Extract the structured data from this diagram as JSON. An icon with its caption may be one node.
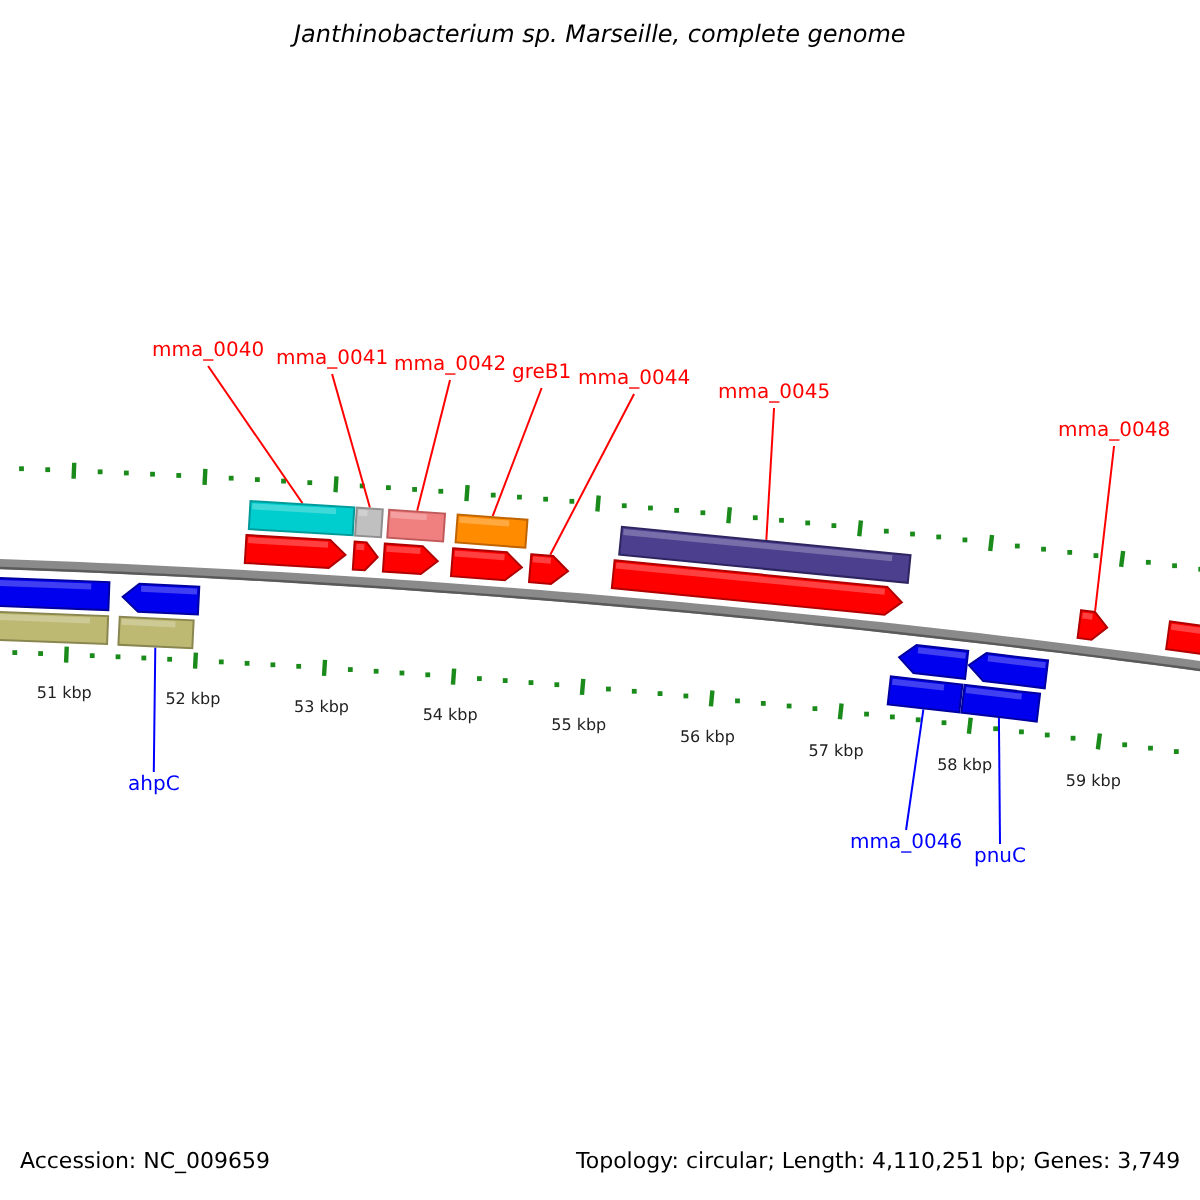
{
  "diagram": {
    "title": "Janthinobacterium sp. Marseille, complete genome",
    "nodes": [
      {
        "text": [
          "mma_0040"
        ]
      },
      {
        "text": [
          "mma_0041"
        ]
      },
      {
        "text": [
          "mma_0042"
        ]
      },
      {
        "text": [
          "greB1"
        ]
      },
      {
        "text": [
          "mma_0044"
        ]
      },
      {
        "text": [
          "mma_0045"
        ]
      },
      {
        "text": [
          "mma_0048"
        ]
      },
      {
        "text": [],
        "shape": "bar"
      },
      {
        "text": [],
        "shape": "bar"
      },
      {
        "text": [],
        "shape": "bar"
      },
      {
        "text": [],
        "shape": "bar"
      },
      {
        "text": [],
        "shape": "bar"
      },
      {
        "text": [],
        "shape": "pentagon"
      },
      {
        "text": [],
        "shape": "pentagon"
      },
      {
        "text": [],
        "shape": "pentagon"
      },
      {
        "text": [],
        "shape": "pentagon"
      },
      {
        "text": [],
        "shape": "pentagon"
      },
      {
        "text": [],
        "shape": "pentagon"
      },
      {
        "text": [],
        "shape": "pentagon"
      },
      {
        "text": [],
        "shape": "bar"
      },
      {
        "text": [],
        "shape": "bar"
      },
      {
        "text": [],
        "shape": "pentagon"
      },
      {
        "text": [],
        "shape": "bar"
      },
      {
        "text": [],
        "shape": "bar"
      },
      {
        "text": [],
        "shape": "pentagon"
      },
      {
        "text": [],
        "shape": "pentagon"
      },
      {
        "text": [],
        "shape": "bar"
      },
      {
        "text": [],
        "shape": "bar"
      },
      {
        "text": [
          "ahpC"
        ]
      },
      {
        "text": [
          "mma_0046"
        ]
      },
      {
        "text": [
          "pnuC"
        ]
      }
    ],
    "edges": [
      {
        "from": 0,
        "to": 7,
        "arrow": "none"
      },
      {
        "from": 1,
        "to": 8,
        "arrow": "none"
      },
      {
        "from": 2,
        "to": 9,
        "arrow": "none"
      },
      {
        "from": 3,
        "to": 10,
        "arrow": "none"
      },
      {
        "from": 4,
        "to": 16,
        "arrow": "none"
      },
      {
        "from": 5,
        "to": 11,
        "arrow": "none"
      },
      {
        "from": 6,
        "to": 18,
        "arrow": "none"
      },
      {
        "from": 28,
        "to": 23,
        "arrow": "none",
        "color": "#0000ff"
      },
      {
        "from": 29,
        "to": 26,
        "arrow": "none",
        "color": "#0000ff"
      },
      {
        "from": 30,
        "to": 27,
        "arrow": "none",
        "color": "#0000ff"
      }
    ],
    "labels": [
      "51 kbp",
      "52 kbp",
      "53 kbp",
      "54 kbp",
      "55 kbp",
      "56 kbp",
      "57 kbp",
      "58 kbp",
      "59 kbp",
      "Accession: NC_009659",
      "Topology: circular; Length: 4,110,251 bp; Genes: 3,749"
    ]
  }
}
